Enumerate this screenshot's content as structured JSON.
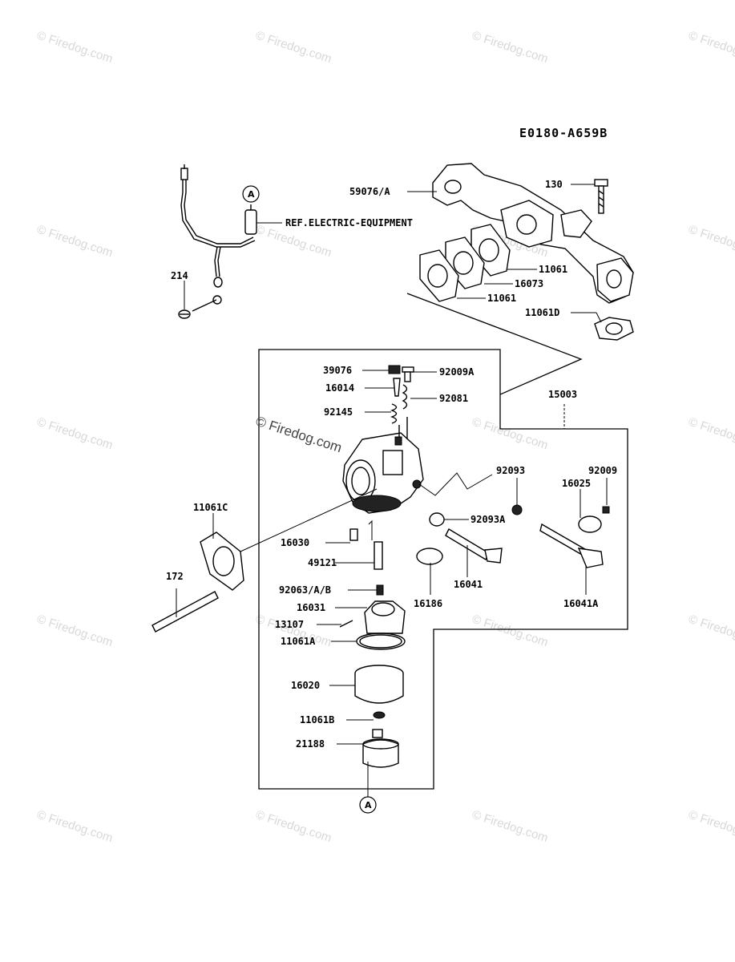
{
  "diagram_code": "E0180-A659B",
  "ref_text": "REF.ELECTRIC-EQUIPMENT",
  "ref_markers": [
    "A",
    "A"
  ],
  "watermark": "© Firedog.com",
  "watermark_main": "© Firedog.com",
  "part_labels": [
    "59076/A",
    "130",
    "11061",
    "16073",
    "11061",
    "11061D",
    "214",
    "39076",
    "92009A",
    "16014",
    "92081",
    "92145",
    "15003",
    "92093",
    "92009",
    "16025",
    "92093A",
    "11061C",
    "16030",
    "49121",
    "16041",
    "16186",
    "16041A",
    "172",
    "92063/A/B",
    "16031",
    "13107",
    "11061A",
    "16020",
    "11061B",
    "21188"
  ]
}
